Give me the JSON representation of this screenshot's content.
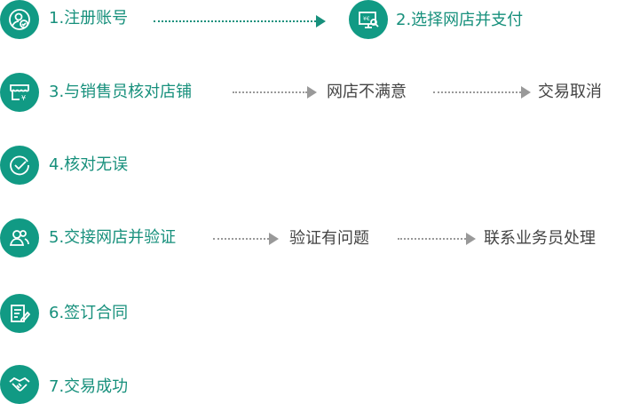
{
  "steps": [
    {
      "label": "1.注册账号",
      "icon": "user-check-icon"
    },
    {
      "label": "2.选择网店并支付",
      "icon": "monitor-payment-icon"
    },
    {
      "label": "3.与销售员核对店铺",
      "icon": "store-icon"
    },
    {
      "label": "4.核对无误",
      "icon": "check-circle-icon"
    },
    {
      "label": "5.交接网店并验证",
      "icon": "users-icon"
    },
    {
      "label": "6.签订合同",
      "icon": "contract-icon"
    },
    {
      "label": "7.交易成功",
      "icon": "handshake-icon"
    }
  ],
  "branches": {
    "row3": [
      "网店不满意",
      "交易取消"
    ],
    "row5": [
      "验证有问题",
      "联系业务员处理"
    ]
  },
  "colors": {
    "accent": "#119a84",
    "text": "#17907c",
    "gray": "#999999"
  }
}
